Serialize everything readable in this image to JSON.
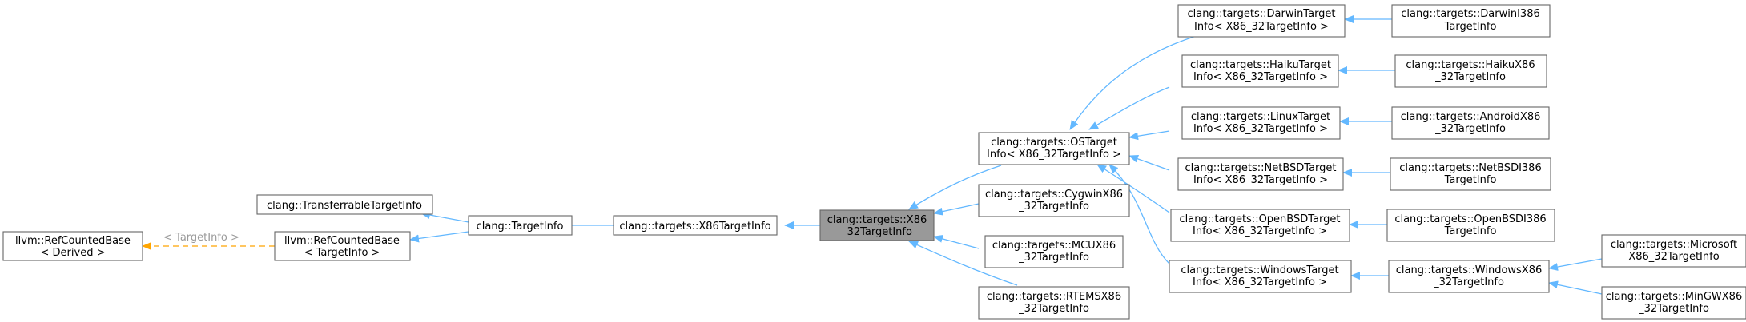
{
  "colors": {
    "inherit_edge": "#63b8ff",
    "template_edge": "#ffa500",
    "current_node_fill": "#999999",
    "node_border": "#666666"
  },
  "nodes": {
    "refcounted_derived": [
      "llvm::RefCountedBase",
      "< Derived >"
    ],
    "transferrable": [
      "clang::TransferrableTargetInfo"
    ],
    "refcounted_targetinfo": [
      "llvm::RefCountedBase",
      "< TargetInfo >"
    ],
    "targetinfo": [
      "clang::TargetInfo"
    ],
    "x86targetinfo": [
      "clang::targets::X86TargetInfo"
    ],
    "x86_32": [
      "clang::targets::X86",
      "_32TargetInfo"
    ],
    "ostarget": [
      "clang::targets::OSTarget",
      "Info< X86_32TargetInfo >"
    ],
    "cygwin": [
      "clang::targets::CygwinX86",
      "_32TargetInfo"
    ],
    "mcu": [
      "clang::targets::MCUX86",
      "_32TargetInfo"
    ],
    "rtems": [
      "clang::targets::RTEMSX86",
      "_32TargetInfo"
    ],
    "darwin": [
      "clang::targets::DarwinTarget",
      "Info< X86_32TargetInfo >"
    ],
    "haiku": [
      "clang::targets::HaikuTarget",
      "Info< X86_32TargetInfo >"
    ],
    "linux": [
      "clang::targets::LinuxTarget",
      "Info< X86_32TargetInfo >"
    ],
    "netbsd": [
      "clang::targets::NetBSDTarget",
      "Info< X86_32TargetInfo >"
    ],
    "openbsd": [
      "clang::targets::OpenBSDTarget",
      "Info< X86_32TargetInfo >"
    ],
    "windows": [
      "clang::targets::WindowsTarget",
      "Info< X86_32TargetInfo >"
    ],
    "darwini386": [
      "clang::targets::DarwinI386",
      "TargetInfo"
    ],
    "haikux86": [
      "clang::targets::HaikuX86",
      "_32TargetInfo"
    ],
    "androidx86": [
      "clang::targets::AndroidX86",
      "_32TargetInfo"
    ],
    "netbsdi386": [
      "clang::targets::NetBSDI386",
      "TargetInfo"
    ],
    "openbsdi386": [
      "clang::targets::OpenBSDI386",
      "TargetInfo"
    ],
    "windowsx86": [
      "clang::targets::WindowsX86",
      "_32TargetInfo"
    ],
    "microsoft": [
      "clang::targets::Microsoft",
      "X86_32TargetInfo"
    ],
    "mingw": [
      "clang::targets::MinGWX86",
      "_32TargetInfo"
    ]
  },
  "template_label": "< TargetInfo >"
}
